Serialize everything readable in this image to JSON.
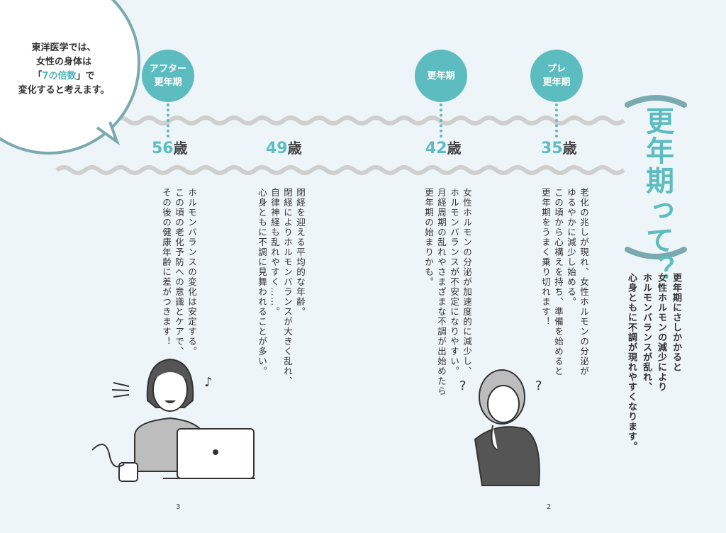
{
  "bubble": {
    "line1": "東洋医学では、",
    "line2": "女性の身体は",
    "line3_open": "「",
    "line3_hl": "7の倍数",
    "line3_close": "」で",
    "line4": "変化すると考えます。"
  },
  "stages": [
    {
      "label1": "アフター",
      "label2": "更年期",
      "age": "56",
      "unit": "歳",
      "text": "ホルモンバランスの変化は安定する。\nこの頃の老化予防への意識とケアで、\nその後の健康年齢に差がつきます！"
    },
    {
      "age": "49",
      "unit": "歳",
      "text": "閉経を迎える平均的な年齢。\n閉経によりホルモンバランスが大きく乱れ、\n自律神経も乱れやすく……。\n心身ともに不調に見舞われることが多い。"
    },
    {
      "label1": "更年期",
      "age": "42",
      "unit": "歳",
      "text": "女性ホルモンの分泌が加速度的に減少し、\nホルモンバランスが不安定になりやすい。\n月経周期の乱れやさまざまな不調が出始めたら\n更年期の始まりかも。"
    },
    {
      "label1": "プレ",
      "label2": "更年期",
      "age": "35",
      "unit": "歳",
      "text": "老化の兆しが現れ、女性ホルモンの分泌が\nゆるやかに減少し始める。\nこの頃から心構えを持ち、準備を始めると\n更年期をうまく乗り切れます！"
    }
  ],
  "title": "更年期って？",
  "summary": "更年期にさしかかると\n女性ホルモンの減少により\nホルモンバランスが乱れ、\n心身ともに不調が現れやすくなります。",
  "page_left": "3",
  "page_right": "2",
  "colors": {
    "accent": "#5cbcbf",
    "background": "#eef5f8",
    "wave": "#cfcfcf"
  }
}
